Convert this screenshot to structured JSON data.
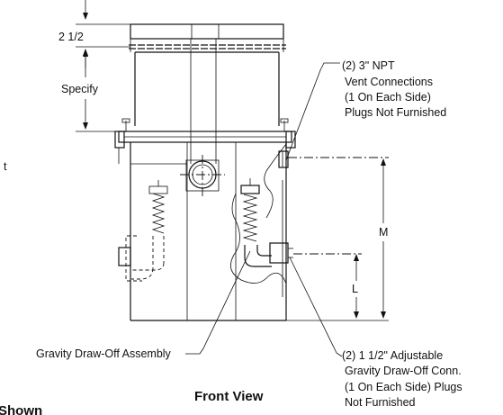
{
  "dimensions": {
    "top_height": "2 1/2",
    "extension": "Specify",
    "m": "M",
    "l": "L"
  },
  "callouts": {
    "vent": [
      "(2) 3\" NPT",
      "Vent Connections",
      "(1 On Each Side)",
      "Plugs Not Furnished"
    ],
    "adjustable": [
      "(2) 1 1/2\" Adjustable",
      "Gravity Draw-Off Conn.",
      "(1 On Each Side) Plugs",
      "Not Furnished"
    ],
    "assembly": "Gravity Draw-Off Assembly"
  },
  "view_title": "Front View",
  "clipped": {
    "left_fragment": "t",
    "bottom_fragment": "Shown"
  }
}
